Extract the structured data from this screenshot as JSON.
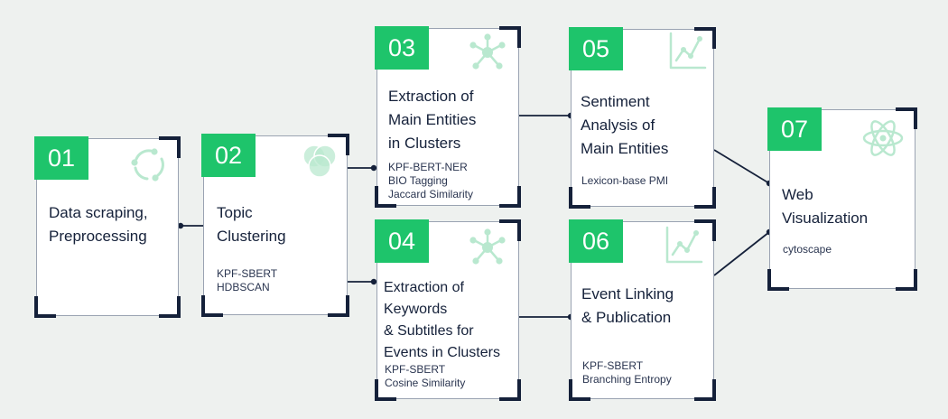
{
  "colors": {
    "accent": "#1ec46b",
    "icon_tint": "#b9e8cf",
    "line": "#15213a"
  },
  "steps": [
    {
      "number": "01",
      "title": [
        "Data scraping,",
        "Preprocessing"
      ],
      "methods": [],
      "icon": "cycle-arrows-icon"
    },
    {
      "number": "02",
      "title": [
        "Topic",
        "Clustering"
      ],
      "methods": [
        "KPF-SBERT",
        "HDBSCAN"
      ],
      "icon": "venn-circles-icon"
    },
    {
      "number": "03",
      "title": [
        "Extraction of",
        "Main Entities",
        "in Clusters"
      ],
      "methods": [
        "KPF-BERT-NER",
        "BIO Tagging",
        "Jaccard Similarity"
      ],
      "icon": "network-icon"
    },
    {
      "number": "04",
      "title": [
        "Extraction of",
        "Keywords",
        "& Subtitles for",
        "Events in Clusters"
      ],
      "methods": [
        "KPF-SBERT",
        "Cosine Similarity"
      ],
      "icon": "network-icon"
    },
    {
      "number": "05",
      "title": [
        "Sentiment",
        "Analysis of",
        "Main Entities"
      ],
      "methods": [
        "Lexicon-base PMI"
      ],
      "icon": "line-chart-icon"
    },
    {
      "number": "06",
      "title": [
        "Event Linking",
        "& Publication"
      ],
      "methods": [
        "KPF-SBERT",
        "Branching Entropy"
      ],
      "icon": "line-chart-icon"
    },
    {
      "number": "07",
      "title": [
        "Web",
        "Visualization"
      ],
      "methods": [
        "cytoscape"
      ],
      "icon": "atom-icon"
    }
  ]
}
